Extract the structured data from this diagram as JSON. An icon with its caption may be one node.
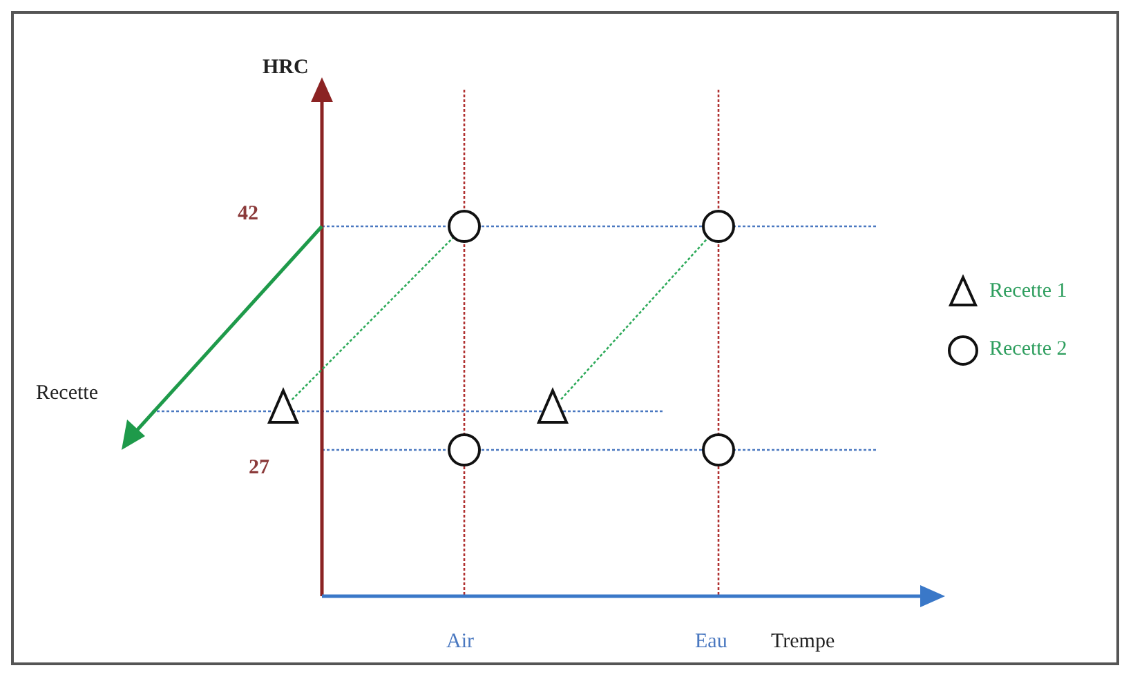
{
  "diagram": {
    "nodes": [
      {
        "text": [],
        "shape": "circle"
      },
      {
        "text": [],
        "shape": "circle"
      },
      {
        "text": [],
        "shape": "triangle"
      },
      {
        "text": [],
        "shape": "triangle"
      },
      {
        "text": [],
        "shape": "circle"
      },
      {
        "text": [],
        "shape": "circle"
      }
    ],
    "edges": [
      {
        "from": 2,
        "to": 0,
        "arrow": "none",
        "style": "dashed"
      },
      {
        "from": 3,
        "to": 1,
        "arrow": "none",
        "style": "dashed"
      }
    ],
    "labels": [
      "HRC",
      "42",
      "Recette",
      "27",
      "Air",
      "Eau",
      "Trempe"
    ],
    "legend": [
      {
        "text": "Recette 1"
      },
      {
        "text": "Recette 2"
      }
    ]
  }
}
